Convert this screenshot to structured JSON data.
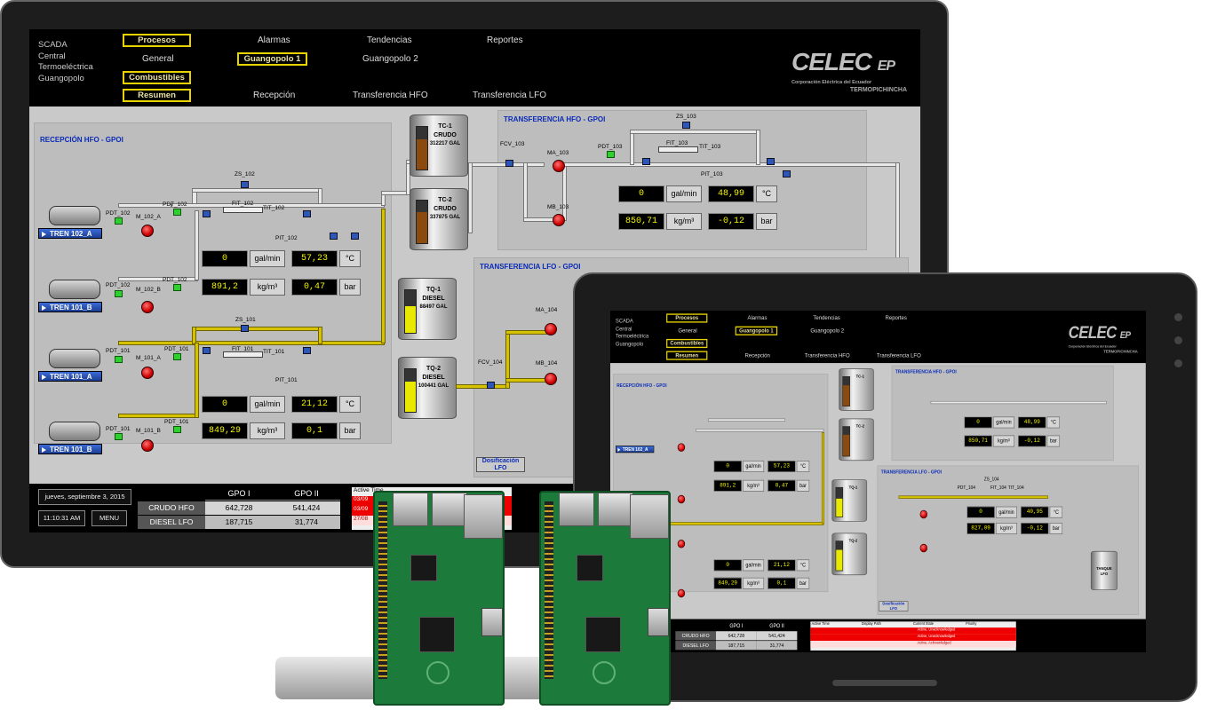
{
  "nav": {
    "system": [
      "SCADA",
      "Central",
      "Termoeléctrica",
      "Guangopolo"
    ],
    "top": [
      "Procesos",
      "Alarmas",
      "Tendencias",
      "Reportes"
    ],
    "second": [
      "General",
      "Guangopolo 1",
      "Guangopolo 2"
    ],
    "third": [
      "Combustibles"
    ],
    "fourth": [
      "Resumen",
      "Recepción",
      "Transferencia HFO",
      "Transferencia LFO"
    ]
  },
  "logo": {
    "brand": "CELEC",
    "suffix": "EP",
    "subtitle": "Corporación Eléctrica del Ecuador",
    "plant": "TERMOPICHINCHA"
  },
  "reception": {
    "title": "RECEPCIÓN HFO - GPOI",
    "trains": [
      "TREN 102_A",
      "TREN 101_B",
      "TREN 101_A",
      "TREN 101_B"
    ],
    "tags": {
      "pdt_102": "PDT_102",
      "m_102_a": "M_102_A",
      "m_102_b": "M_102_B",
      "pdt_101": "PDT_101",
      "m_101_a": "M_101_A",
      "m_101_b": "M_101_B",
      "zs_102": "ZS_102",
      "fit_102": "FIT_102",
      "tit_102": "TIT_102",
      "pit_102": "PIT_102",
      "zs_101": "ZS_101",
      "fit_101": "FIT_101",
      "tit_101": "TIT_101",
      "pit_101": "PIT_101"
    },
    "line102": {
      "flow": "0",
      "flow_unit": "gal/min",
      "temp": "57,23",
      "temp_unit": "°C",
      "density": "891,2",
      "density_unit": "kg/m³",
      "pressure": "0,47",
      "pressure_unit": "bar"
    },
    "line101": {
      "flow": "0",
      "flow_unit": "gal/min",
      "temp": "21,12",
      "temp_unit": "°C",
      "density": "849,29",
      "density_unit": "kg/m³",
      "pressure": "0,1",
      "pressure_unit": "bar"
    }
  },
  "tanks": {
    "tc1": {
      "name": "TC-1",
      "product": "CRUDO",
      "volume": "312217 GAL",
      "level": 0.7,
      "color": "#8a4a10"
    },
    "tc2": {
      "name": "TC-2",
      "product": "CRUDO",
      "volume": "337875 GAL",
      "level": 0.72,
      "color": "#8a4a10"
    },
    "tq1": {
      "name": "TQ-1",
      "product": "DIESEL",
      "volume": "88497 GAL",
      "level": 0.62,
      "color": "#e8e800"
    },
    "tq2": {
      "name": "TQ-2",
      "product": "DIESEL",
      "volume": "100441 GAL",
      "level": 0.7,
      "color": "#e8e800"
    }
  },
  "hfo": {
    "title": "TRANSFERENCIA HFO - GPOI",
    "tags": {
      "fcv": "FCV_103",
      "zs": "ZS_103",
      "ma": "MA_103",
      "mb": "MB_103",
      "pdt": "PDT_103",
      "fit": "FIT_103",
      "tit": "TIT_103",
      "pit": "PIT_103"
    },
    "flow": "0",
    "flow_unit": "gal/min",
    "temp": "48,99",
    "temp_unit": "°C",
    "density": "850,71",
    "density_unit": "kg/m³",
    "pressure": "-0,12",
    "pressure_unit": "bar"
  },
  "lfo": {
    "title": "TRANSFERENCIA LFO - GPOI",
    "tags": {
      "fcv": "FCV_104",
      "ma": "MA_104",
      "mb": "MB_104",
      "zs": "ZS_104",
      "pdt": "PDT_104",
      "fit": "FIT_104",
      "tit": "TIT_104"
    },
    "dosing": "Dosificación LFO",
    "tank_label": "TANQUE LFO",
    "flow": "0",
    "flow_unit": "gal/min",
    "temp": "40,95",
    "temp_unit": "°C",
    "density": "827,09",
    "density_unit": "kg/m³",
    "pressure": "-0,12",
    "pressure_unit": "bar"
  },
  "bottom": {
    "date": "jueves, septiembre 3, 2015",
    "time": "11:10:31 AM",
    "menu": "MENU",
    "table_headers": [
      "GPO I",
      "GPO II"
    ],
    "rows": [
      {
        "label": "CRUDO HFO",
        "gpo1": "642,728",
        "gpo2": "541,424"
      },
      {
        "label": "DIESEL LFO",
        "gpo1": "187,715",
        "gpo2": "31,774"
      }
    ],
    "alarm_headers": [
      "Active Time",
      "Display Path",
      "Current State",
      "Priority"
    ],
    "alarms": [
      {
        "time": "03/09",
        "state": "Active, Unacknowledged"
      },
      {
        "time": "03/09",
        "state": "Active, Unacknowledged"
      },
      {
        "time": "27/08",
        "state": "Active, Acknowledged"
      }
    ]
  }
}
